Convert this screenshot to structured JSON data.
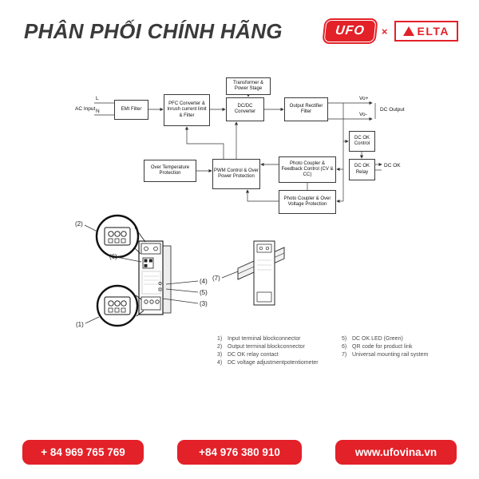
{
  "header": {
    "title": "PHÂN PHỐI CHÍNH HÃNG",
    "ufo_logo": "UFO",
    "separator": "×",
    "delta_text": "ELTA"
  },
  "diagram": {
    "labels": {
      "l": "L",
      "n": "N",
      "ac_input": "AC Input",
      "vo_plus": "Vo+",
      "vo_minus": "Vo-",
      "dc_output": "DC Output",
      "dc_ok": "DC OK"
    },
    "blocks": {
      "transformer": "Transformer & Power Stage",
      "emi": "EMI Filter",
      "pfc": "PFC Converter & Inrush current limit & Filter",
      "dcdc": "DC/DC Converter",
      "out_rect": "Output Rectifier Filter",
      "dc_ok_control": "DC OK Control",
      "over_temp": "Over Temperature Protection",
      "pwm": "PWM Control & Over Power Protection",
      "photo_fb": "Photo Coupler & Feedback Control (CV & CC)",
      "dc_ok_relay": "DC OK Relay",
      "photo_ovp": "Photo Coupler & Over Voltage Protection"
    }
  },
  "callouts": {
    "c1": "(1)",
    "c2": "(2)",
    "c3": "(3)",
    "c4": "(4)",
    "c5": "(5)",
    "c6": "(6)",
    "c7": "(7)"
  },
  "legend": {
    "left": [
      {
        "num": "1)",
        "text": "Input terminal blockconnector"
      },
      {
        "num": "2)",
        "text": "Output terminal blockconnector"
      },
      {
        "num": "3)",
        "text": "DC OK relay contact"
      },
      {
        "num": "4)",
        "text": "DC voltage adjustmentpotentiometer"
      }
    ],
    "right": [
      {
        "num": "5)",
        "text": "DC OK LED (Green)"
      },
      {
        "num": "6)",
        "text": "QR code for product link"
      },
      {
        "num": "7)",
        "text": "Universal mounting rail system"
      }
    ]
  },
  "footer": {
    "phone1": "+ 84 969 765 769",
    "phone2": "+84 976 380 910",
    "website": "www.ufovina.vn"
  },
  "colors": {
    "brand_red": "#e32128",
    "ink": "#333333"
  }
}
